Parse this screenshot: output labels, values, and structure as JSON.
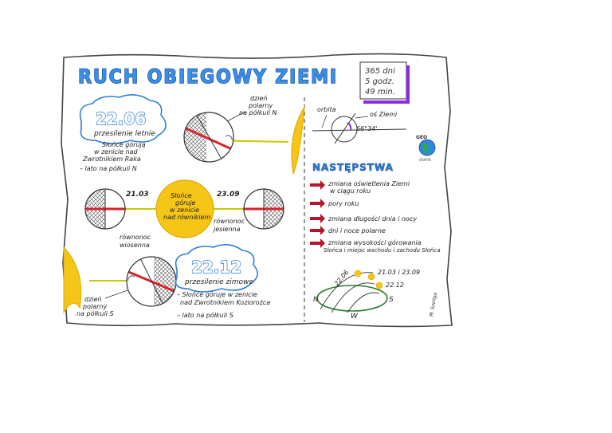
{
  "title": "RUCH OBIEGOWY ZIEMI",
  "period": {
    "line1": "365 dni",
    "line2": "5 godz.",
    "line3": "49 min."
  },
  "summer": {
    "date": "22.06",
    "name": "przesilenie letnie",
    "desc1": "Słońce górują",
    "desc2": "w zenicie nad",
    "desc3": "Zwrotnikiem Raka",
    "desc4": "– lato na półkuli N",
    "polar1": "dzień",
    "polar2": "polarny",
    "polar3": "na półkuli N"
  },
  "equinox": {
    "spring_date": "21.03",
    "autumn_date": "23.09",
    "sun1": "Słońce",
    "sun2": "góruje",
    "sun3": "w zenicie",
    "sun4": "nad równikiem",
    "spring1": "równonoc",
    "spring2": "wiosenna",
    "autumn1": "równonoc",
    "autumn2": "jesienna"
  },
  "winter": {
    "date": "22.12",
    "name": "przesilenie zimowe",
    "desc1": "– Słońce góruje w zenicie",
    "desc2": "nad Zwrotnikiem Koziorożca",
    "desc3": "– lato na półkuli S",
    "polar1": "dzień",
    "polar2": "polarny",
    "polar3": "na półkuli S"
  },
  "orbit": {
    "label_orbit": "orbita",
    "label_axis": "oś Ziemi",
    "angle": "66°34'"
  },
  "geo": {
    "line1": "GEO",
    "line2": "GRAFIA"
  },
  "consequences": {
    "heading": "NASTĘPSTWA",
    "items": [
      {
        "line1": "zmiana oświetlenia Ziemi",
        "line2": "w ciągu roku"
      },
      {
        "line1": "pory roku",
        "line2": ""
      },
      {
        "line1": "zmiana długości dnia i nocy",
        "line2": ""
      },
      {
        "line1": "dni i noce polarne",
        "line2": ""
      },
      {
        "line1": "zmiana wysokości górowania",
        "line2": "Słońca i miejsc wschodu i zachodu Słońca"
      }
    ]
  },
  "horizon": {
    "d1": "22.06",
    "d2": "21.03 i 23.09",
    "d3": "22.12",
    "n": "N",
    "s": "S",
    "w": "W"
  },
  "author": "M. Szeliga",
  "colors": {
    "sun": "#f5c518",
    "sun_edge": "#e0a800",
    "tropic": "#d8232a",
    "arrow": "#b5152b",
    "title_fill": "#3a8ee6",
    "date_frame": "#2f7fd4",
    "hatch": "#555555",
    "purple": "#8a2be2"
  }
}
